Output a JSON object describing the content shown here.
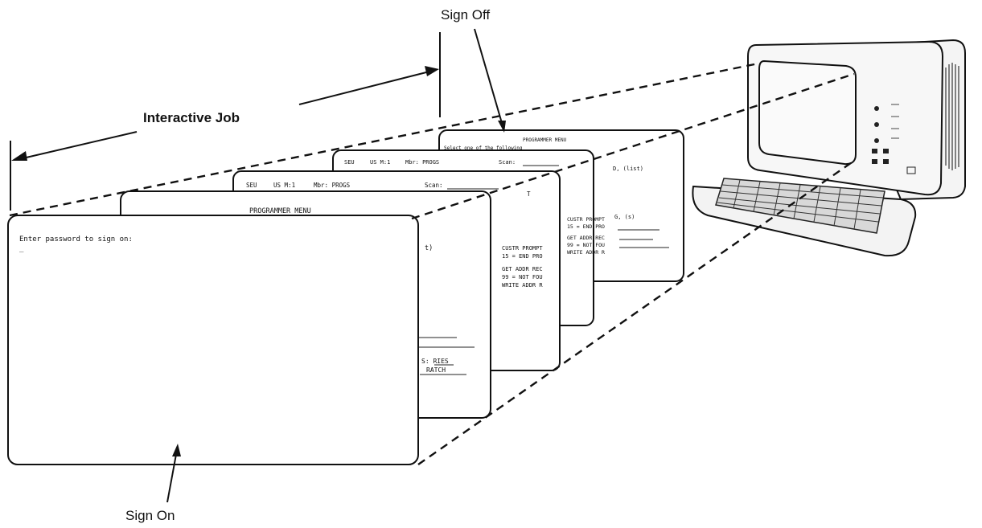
{
  "labels": {
    "sign_off": "Sign Off",
    "interactive_job": "Interactive Job",
    "sign_on": "Sign On"
  },
  "screens": {
    "signon": {
      "prompt": "Enter password to sign on:",
      "cursor": "_"
    },
    "menu1": {
      "title": "PROGRAMMER MENU",
      "right_fragment": "t)",
      "footer_1": "S: RIES",
      "footer_2": "RATCH"
    },
    "seu1": {
      "header_seu": "SEU",
      "header_ver": "US M:1",
      "header_mbr": "Mbr: PROGS",
      "header_scan": "Scan:",
      "header_t": "T",
      "line1": "CUSTR PROMPT",
      "line2": "15 = END PRO",
      "line3": "GET ADDR REC",
      "line4": "99 = NOT FOU",
      "line5": "WRITE ADDR R"
    },
    "seu2": {
      "header_seu": "SEU",
      "header_ver": "US M:1",
      "header_mbr": "Mbr: PROGS",
      "header_scan": "Scan:",
      "line1": "CUSTR PROMPT",
      "line2": "15 = END PRO",
      "line3": "GET ADDR REC",
      "line4": "99 = NOT FOU",
      "line5": "WRITE ADDR R"
    },
    "menu2": {
      "title": "PROGRAMMER MENU",
      "subtitle": "Select one of the following",
      "fragment": "D, (list)",
      "fragment2": "G, (s)"
    }
  }
}
